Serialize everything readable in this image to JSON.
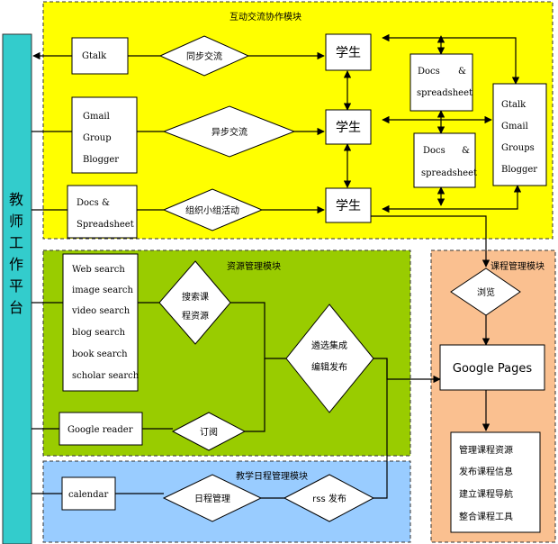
{
  "modules": {
    "interaction": "互动交流协作模块",
    "resource": "资源管理模块",
    "calendar_mgmt": "教学日程管理模块",
    "course": "课程管理模块"
  },
  "platform": {
    "label": [
      "教",
      "师",
      "工",
      "作",
      "平",
      "台"
    ]
  },
  "interaction": {
    "gtalk": "Gtalk",
    "sync": "同步交流",
    "async_tools": [
      "Gmail",
      "Group",
      "Blogger"
    ],
    "async": "异步交流",
    "docs_left": [
      "Docs &",
      "Spreadsheet"
    ],
    "group": "组织小组活动",
    "student": "学生",
    "docs_mid": [
      "Docs",
      "&",
      "spreadsheet"
    ],
    "right_tools": [
      "Gtalk",
      "Gmail",
      "Groups",
      "Blogger"
    ]
  },
  "resource": {
    "searches": [
      "Web search",
      "image search",
      "video search",
      "blog search",
      "book search",
      "scholar search"
    ],
    "search_resources": [
      "搜索课",
      "程资源"
    ],
    "reader": "Google reader",
    "subscribe": "订阅",
    "select": [
      "遴选集成",
      "编辑发布"
    ]
  },
  "calendar": {
    "calendar": "calendar",
    "schedule": "日程管理",
    "rss": "rss 发布"
  },
  "course": {
    "browse": "浏览",
    "pages": "Google Pages",
    "functions": [
      "管理课程资源",
      "发布课程信息",
      "建立课程导航",
      "整合课程工具"
    ]
  },
  "colors": {
    "yellow": "#ffff00",
    "green": "#99cc00",
    "blue": "#99ccff",
    "orange": "#fac090",
    "teal": "#33cccc"
  }
}
